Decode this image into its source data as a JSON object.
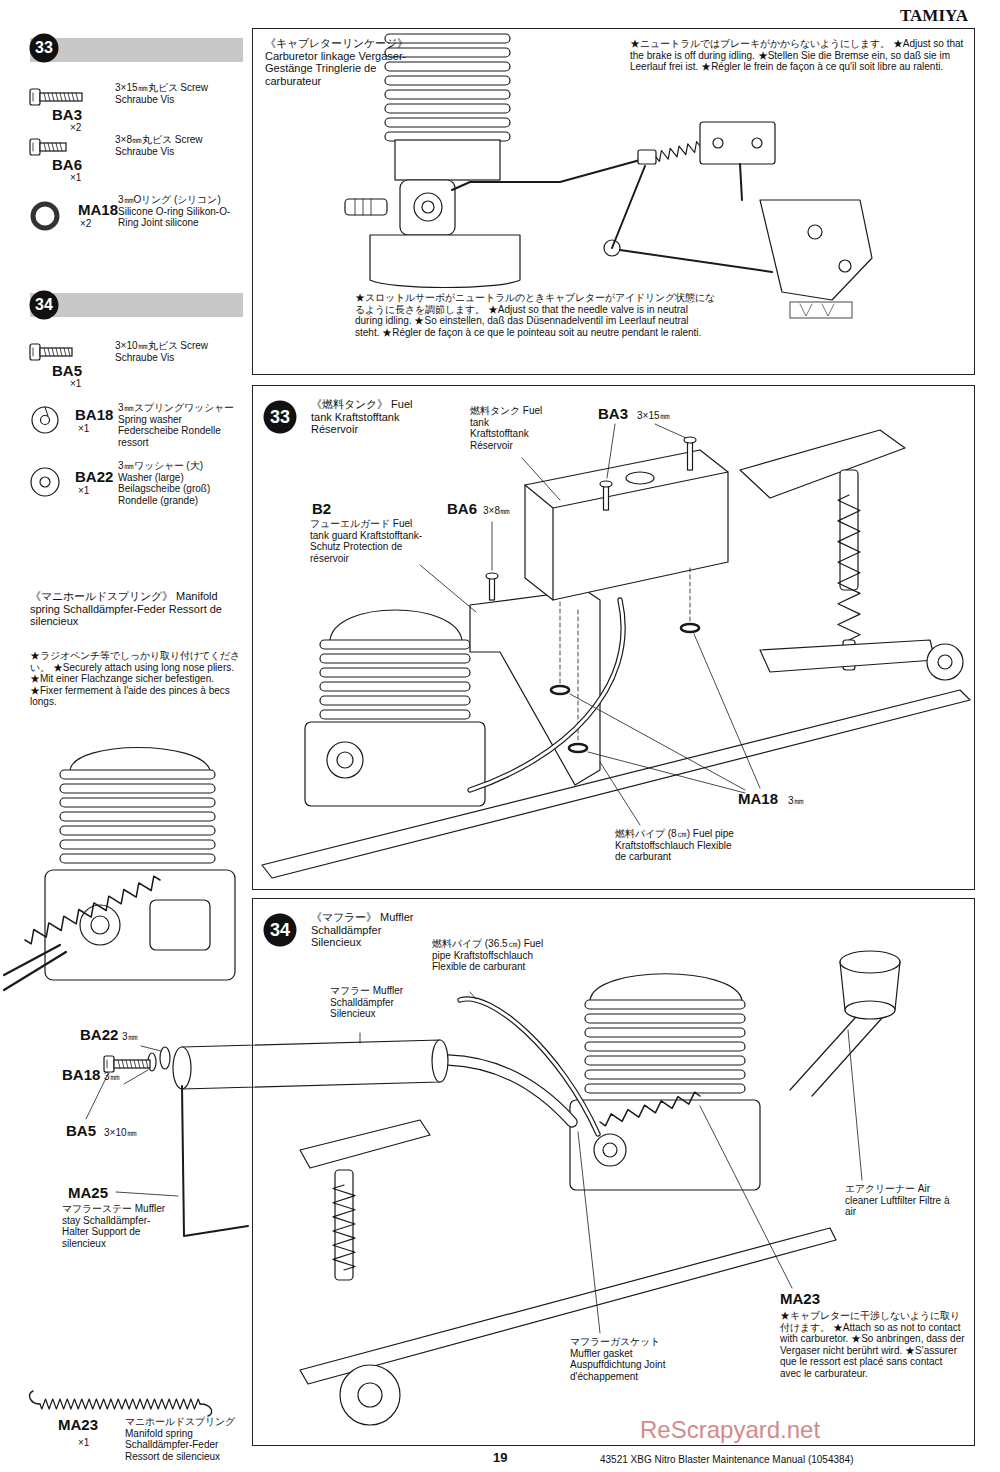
{
  "diagram": {
    "nodes": [
      {
        "text": [
          "33"
        ]
      },
      {
        "text": [
          "《キャブレターリンケージ》 Carburetor linkage Vergaser-Gestänge Tringlerie de carburateur"
        ]
      },
      {
        "text": [
          "34"
        ]
      },
      {
        "text": [
          "《燃料タンク》 Fuel tank Kraftstofftank Réservoir"
        ]
      },
      {
        "text": [
          "33"
        ],
        "in": 3
      },
      {
        "text": [
          "《マフラー》 Muffler Schalldämpfer Silencieux"
        ]
      },
      {
        "text": [
          "34"
        ],
        "in": 5
      }
    ],
    "labels": [
      "TAMIYA",
      "BA3",
      "×2",
      "3×15㎜丸ビス Screw Schraube Vis",
      "BA6",
      "×1",
      "3×8㎜丸ビス Screw Schraube Vis",
      "MA18",
      "×2",
      "3㎜Oリング (シリコン) Silicone O-ring Silikon-O-Ring Joint silicone",
      "BA5",
      "×1",
      "3×10㎜丸ビス Screw Schraube Vis",
      "BA18",
      "×1",
      "3㎜スプリングワッシャー Spring washer Federscheibe Rondelle ressort",
      "BA22",
      "×1",
      "3㎜ワッシャー (大) Washer (large) Beilagscheibe (groß) Rondelle (grande)",
      "《マニホールドスプリング》 Manifold spring Schalldämpfer-Feder Ressort de silencieux",
      "★ラジオペンチ等でしっかり取り付けてください。 ★Securely attach using long nose pliers. ★Mit einer Flachzange sicher befestigen. ★Fixer fermement à l'aide des pinces à becs longs.",
      "★ニュートラルではブレーキがかからないようにします。 ★Adjust so that the brake is off during idling. ★Stellen Sie die Bremse ein, so daß sie im Leerlauf frei ist. ★Régler le frein de façon à ce qu'il soit libre au ralenti.",
      "★スロットルサーボがニュートラルのときキャブレターがアイドリング状態になるように長さを調節します。 ★Adjust so that the needle valve is in neutral during idling. ★So einstellen, daß das Düsennadelventil im Leerlauf neutral steht. ★Régler de façon à ce que le pointeau soit au neutre pendant le ralenti.",
      "燃料タンク Fuel tank Kraftstofftank Réservoir",
      "BA3",
      "3×15㎜",
      "B2",
      "フューエルガード Fuel tank guard Kraftstofftank-Schutz Protection de réservoir",
      "BA6",
      "3×8㎜",
      "MA18",
      "3㎜",
      "燃料パイプ (8㎝) Fuel pipe Kraftstoffschlauch Flexible de carburant",
      "燃料パイプ (36.5㎝) Fuel pipe Kraftstoffschlauch Flexible de carburant",
      "マフラー Muffler Schalldämpfer Silencieux",
      "BA22",
      "3㎜",
      "BA18",
      "3㎜",
      "BA5",
      "3×10㎜",
      "MA25",
      "マフラーステー Muffler stay Schalldämpfer-Halter Support de silencieux",
      "エアクリーナー Air cleaner Luftfilter Filtre à air",
      "MA23",
      "★キャブレターに干渉しないように取り付けます。 ★Attach so as not to contact with carburetor. ★So anbringen, dass der Vergaser nicht berührt wird. ★S'assurer que le ressort est placé sans contact avec le carburateur.",
      "マフラーガスケット Muffler gasket Auspuffdichtung Joint d'échappement",
      "MA23",
      "×1",
      "マニホールドスプリング Manifold spring Schalldämpfer-Feder Ressort de silencieux",
      "19",
      "43521 XBG Nitro Blaster Maintenance Manual (1054384)",
      "ReScrapyard.net"
    ]
  }
}
